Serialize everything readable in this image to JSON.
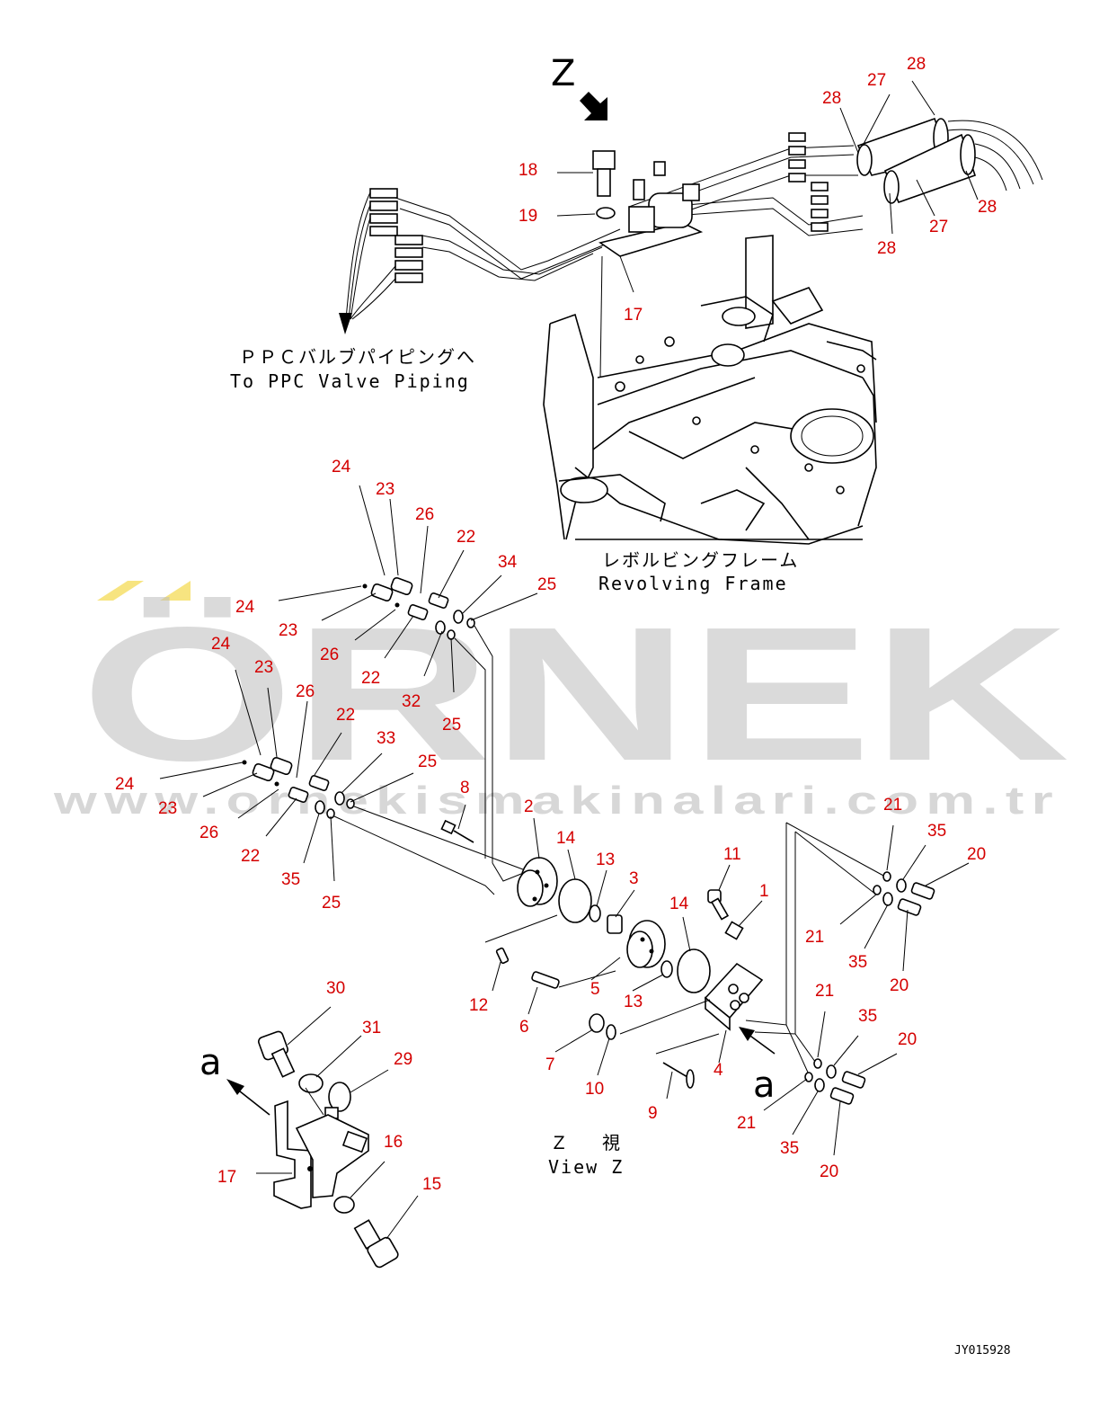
{
  "view_letter": "Z",
  "labels": {
    "ppc_jp": "ＰＰＣバルブパイピングへ",
    "ppc_en": "To PPC Valve Piping",
    "frame_jp": "レボルビングフレーム",
    "frame_en": "Revolving Frame",
    "view_jp": "Ｚ　 視",
    "view_en": "View Z",
    "arrow_a_left": "a",
    "arrow_a_right": "a",
    "drawing_code": "JY015928"
  },
  "watermark": {
    "brand": "ÖRNEK",
    "url": "www.ornekismakinalari.com.tr"
  },
  "callouts": [
    {
      "id": "c28a",
      "text": "28"
    },
    {
      "id": "c27a",
      "text": "27"
    },
    {
      "id": "c28b",
      "text": "28"
    },
    {
      "id": "c18",
      "text": "18"
    },
    {
      "id": "c19",
      "text": "19"
    },
    {
      "id": "c28c",
      "text": "28"
    },
    {
      "id": "c27b",
      "text": "27"
    },
    {
      "id": "c28d",
      "text": "28"
    },
    {
      "id": "c17a",
      "text": "17"
    },
    {
      "id": "c24a",
      "text": "24"
    },
    {
      "id": "c23a",
      "text": "23"
    },
    {
      "id": "c26a",
      "text": "26"
    },
    {
      "id": "c22a",
      "text": "22"
    },
    {
      "id": "c34",
      "text": "34"
    },
    {
      "id": "c25a",
      "text": "25"
    },
    {
      "id": "c24b",
      "text": "24"
    },
    {
      "id": "c23b",
      "text": "23"
    },
    {
      "id": "c26b",
      "text": "26"
    },
    {
      "id": "c22b",
      "text": "22"
    },
    {
      "id": "c32",
      "text": "32"
    },
    {
      "id": "c25b",
      "text": "25"
    },
    {
      "id": "c24c",
      "text": "24"
    },
    {
      "id": "c23c",
      "text": "23"
    },
    {
      "id": "c26c",
      "text": "26"
    },
    {
      "id": "c22c",
      "text": "22"
    },
    {
      "id": "c33",
      "text": "33"
    },
    {
      "id": "c25c",
      "text": "25"
    },
    {
      "id": "c24d",
      "text": "24"
    },
    {
      "id": "c23d",
      "text": "23"
    },
    {
      "id": "c26d",
      "text": "26"
    },
    {
      "id": "c22d",
      "text": "22"
    },
    {
      "id": "c35a",
      "text": "35"
    },
    {
      "id": "c25d",
      "text": "25"
    },
    {
      "id": "c8",
      "text": "8"
    },
    {
      "id": "c2",
      "text": "2"
    },
    {
      "id": "c14a",
      "text": "14"
    },
    {
      "id": "c13a",
      "text": "13"
    },
    {
      "id": "c3",
      "text": "3"
    },
    {
      "id": "c11",
      "text": "11"
    },
    {
      "id": "c14b",
      "text": "14"
    },
    {
      "id": "c1",
      "text": "1"
    },
    {
      "id": "c12",
      "text": "12"
    },
    {
      "id": "c6",
      "text": "6"
    },
    {
      "id": "c5",
      "text": "5"
    },
    {
      "id": "c13b",
      "text": "13"
    },
    {
      "id": "c7",
      "text": "7"
    },
    {
      "id": "c10",
      "text": "10"
    },
    {
      "id": "c9",
      "text": "9"
    },
    {
      "id": "c4",
      "text": "4"
    },
    {
      "id": "c21a",
      "text": "21"
    },
    {
      "id": "c35b",
      "text": "35"
    },
    {
      "id": "c20a",
      "text": "20"
    },
    {
      "id": "c21b",
      "text": "21"
    },
    {
      "id": "c35c",
      "text": "35"
    },
    {
      "id": "c20b",
      "text": "20"
    },
    {
      "id": "c21c",
      "text": "21"
    },
    {
      "id": "c35d",
      "text": "35"
    },
    {
      "id": "c20c",
      "text": "20"
    },
    {
      "id": "c21d",
      "text": "21"
    },
    {
      "id": "c35e",
      "text": "35"
    },
    {
      "id": "c20d",
      "text": "20"
    },
    {
      "id": "c30",
      "text": "30"
    },
    {
      "id": "c31",
      "text": "31"
    },
    {
      "id": "c29",
      "text": "29"
    },
    {
      "id": "c16",
      "text": "16"
    },
    {
      "id": "c17b",
      "text": "17"
    },
    {
      "id": "c15",
      "text": "15"
    }
  ]
}
